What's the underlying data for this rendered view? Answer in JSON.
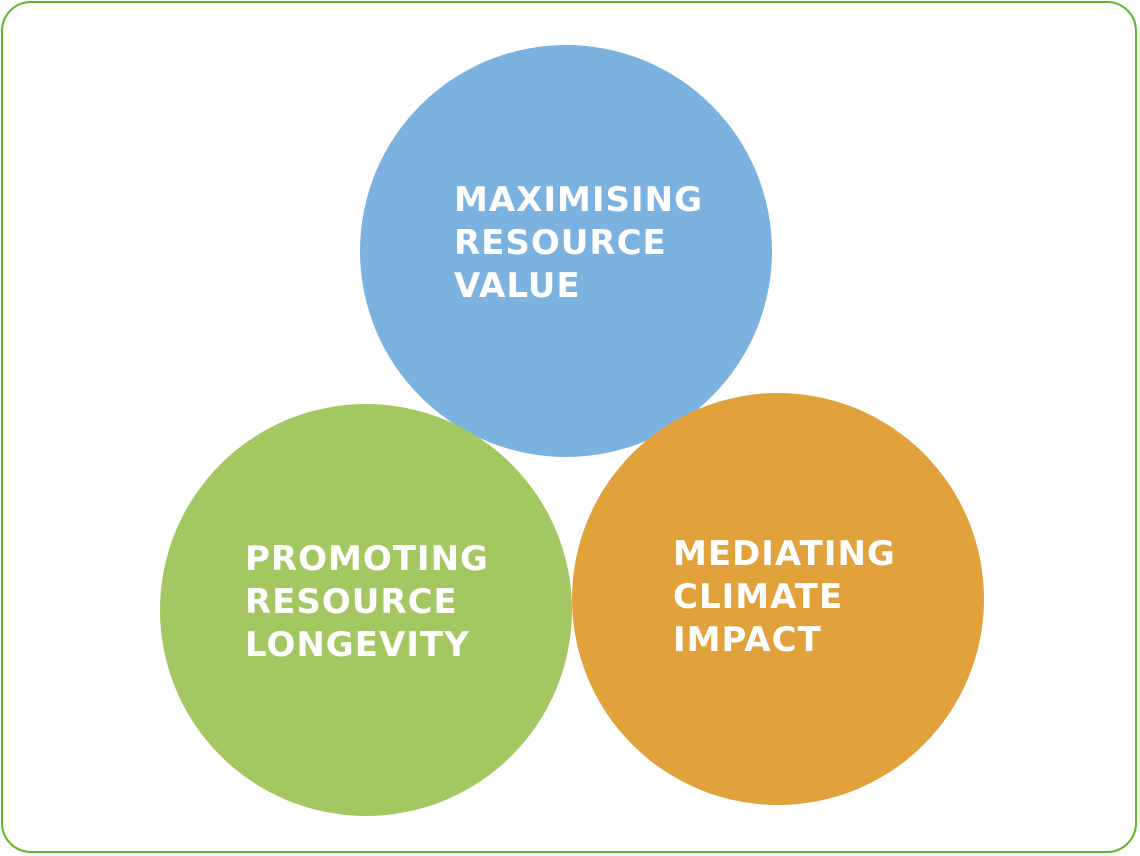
{
  "colors": {
    "border": "#5cb82a",
    "circle_top": "#7bb2e0",
    "circle_left": "#a3c862",
    "circle_right": "#e1a13b",
    "text": "#ffffff"
  },
  "diagram": {
    "nodes": [
      {
        "lines": [
          "MAXIMISING",
          "RESOURCE",
          "VALUE"
        ]
      },
      {
        "lines": [
          "PROMOTING",
          "RESOURCE",
          "LONGEVITY"
        ]
      },
      {
        "lines": [
          "MEDIATING",
          "CLIMATE",
          "IMPACT"
        ]
      }
    ]
  }
}
